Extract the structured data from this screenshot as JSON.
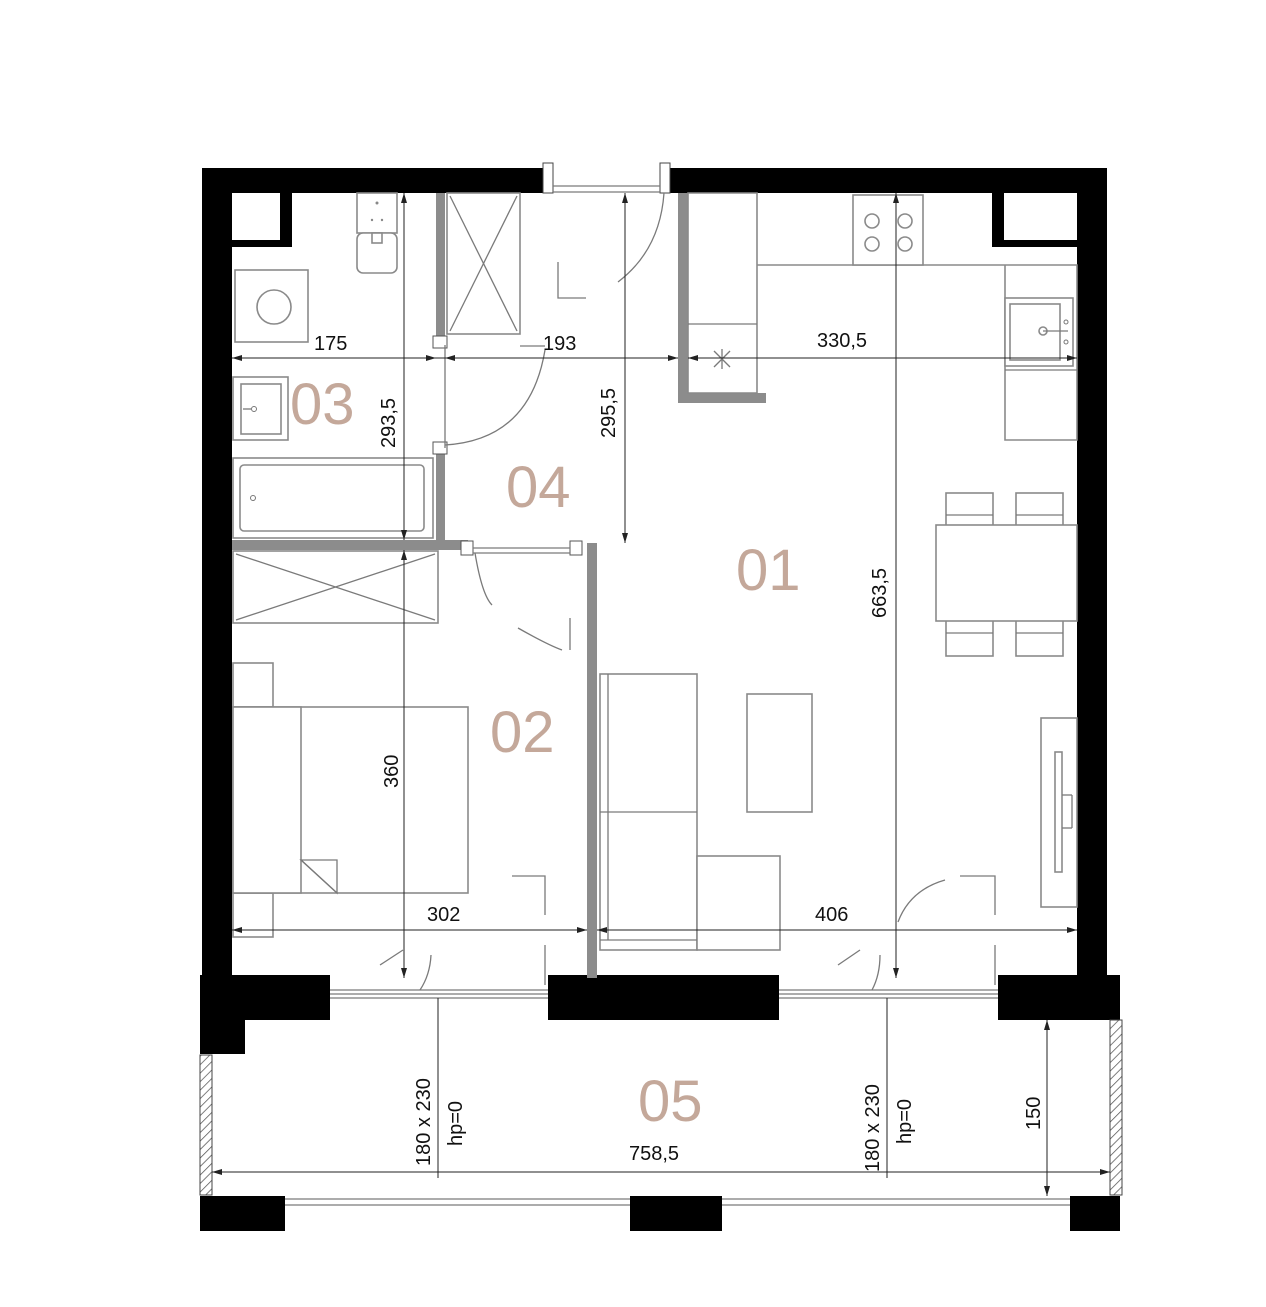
{
  "colors": {
    "room_label": "#c4a89a",
    "wall": "#000000",
    "partition": "#8c8c8c"
  },
  "rooms": [
    {
      "id": "01",
      "label": "01"
    },
    {
      "id": "02",
      "label": "02"
    },
    {
      "id": "03",
      "label": "03"
    },
    {
      "id": "04",
      "label": "04"
    },
    {
      "id": "05",
      "label": "05"
    }
  ],
  "dimensions": {
    "d175": "175",
    "d193": "193",
    "d330_5": "330,5",
    "d293_5": "293,5",
    "d295_5": "295,5",
    "d663_5": "663,5",
    "d360": "360",
    "d302": "302",
    "d406": "406",
    "d758_5": "758,5",
    "d150": "150"
  },
  "windows": [
    {
      "size": "180 x 230",
      "hp": "hp=0"
    },
    {
      "size": "180 x 230",
      "hp": "hp=0"
    }
  ]
}
